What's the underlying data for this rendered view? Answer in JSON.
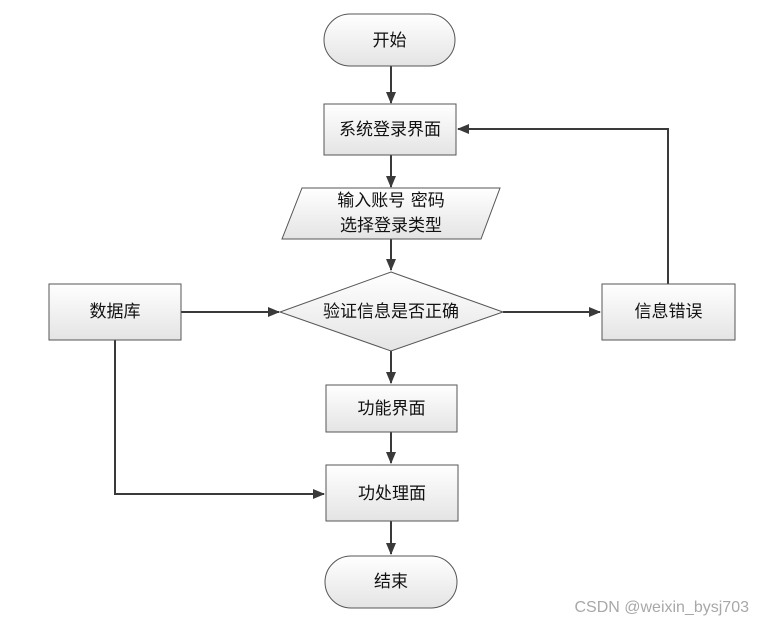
{
  "diagram": {
    "nodes": {
      "start": {
        "label": "开始"
      },
      "login_page": {
        "label": "系统登录界面"
      },
      "input_line1": {
        "label": "输入账号 密码"
      },
      "input_line2": {
        "label": "选择登录类型"
      },
      "validate": {
        "label": "验证信息是否正确"
      },
      "database": {
        "label": "数据库"
      },
      "info_error": {
        "label": "信息错误"
      },
      "function_page": {
        "label": "功能界面"
      },
      "process_page": {
        "label": "功处理面"
      },
      "end": {
        "label": "结束"
      }
    },
    "edges": [
      {
        "from": "start",
        "to": "login_page"
      },
      {
        "from": "login_page",
        "to": "input"
      },
      {
        "from": "input",
        "to": "validate"
      },
      {
        "from": "database",
        "to": "validate"
      },
      {
        "from": "validate",
        "to": "info_error"
      },
      {
        "from": "info_error",
        "to": "login_page"
      },
      {
        "from": "validate",
        "to": "function_page"
      },
      {
        "from": "function_page",
        "to": "process_page"
      },
      {
        "from": "database",
        "to": "process_page"
      },
      {
        "from": "process_page",
        "to": "end"
      }
    ]
  },
  "colors": {
    "box_fill_top": "#ffffff",
    "box_fill_bottom": "#e6e6e6",
    "stroke": "#555555",
    "arrow": "#3a3a3a"
  },
  "watermark": {
    "text": "CSDN @weixin_bysj703"
  }
}
